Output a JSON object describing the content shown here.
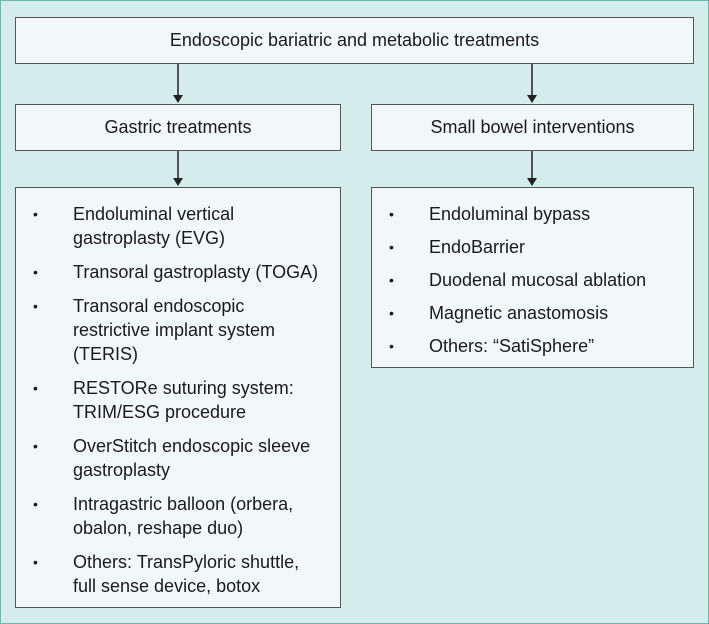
{
  "top": {
    "label": "Endoscopic bariatric and metabolic treatments"
  },
  "gastric": {
    "label": "Gastric treatments",
    "items": [
      "Endoluminal vertical\ngastroplasty (EVG)",
      "Transoral gastroplasty (TOGA)",
      "Transoral endoscopic\nrestrictive implant system\n(TERIS)",
      "RESTORe suturing system:\nTRIM/ESG procedure",
      "OverStitch endoscopic sleeve\ngastroplasty",
      "Intragastric balloon (orbera,\nobalon, reshape duo)",
      "Others: TransPyloric shuttle,\nfull sense device, botox"
    ]
  },
  "bowel": {
    "label": "Small bowel interventions",
    "items": [
      "Endoluminal bypass",
      "EndoBarrier",
      "Duodenal mucosal ablation",
      "Magnetic anastomosis",
      "Others: “SatiSphere”"
    ]
  },
  "bullet": "•",
  "colors": {
    "background": "#d4ecea",
    "box_fill": "#f1f8f8",
    "border": "#555555",
    "arrow": "#222222"
  }
}
